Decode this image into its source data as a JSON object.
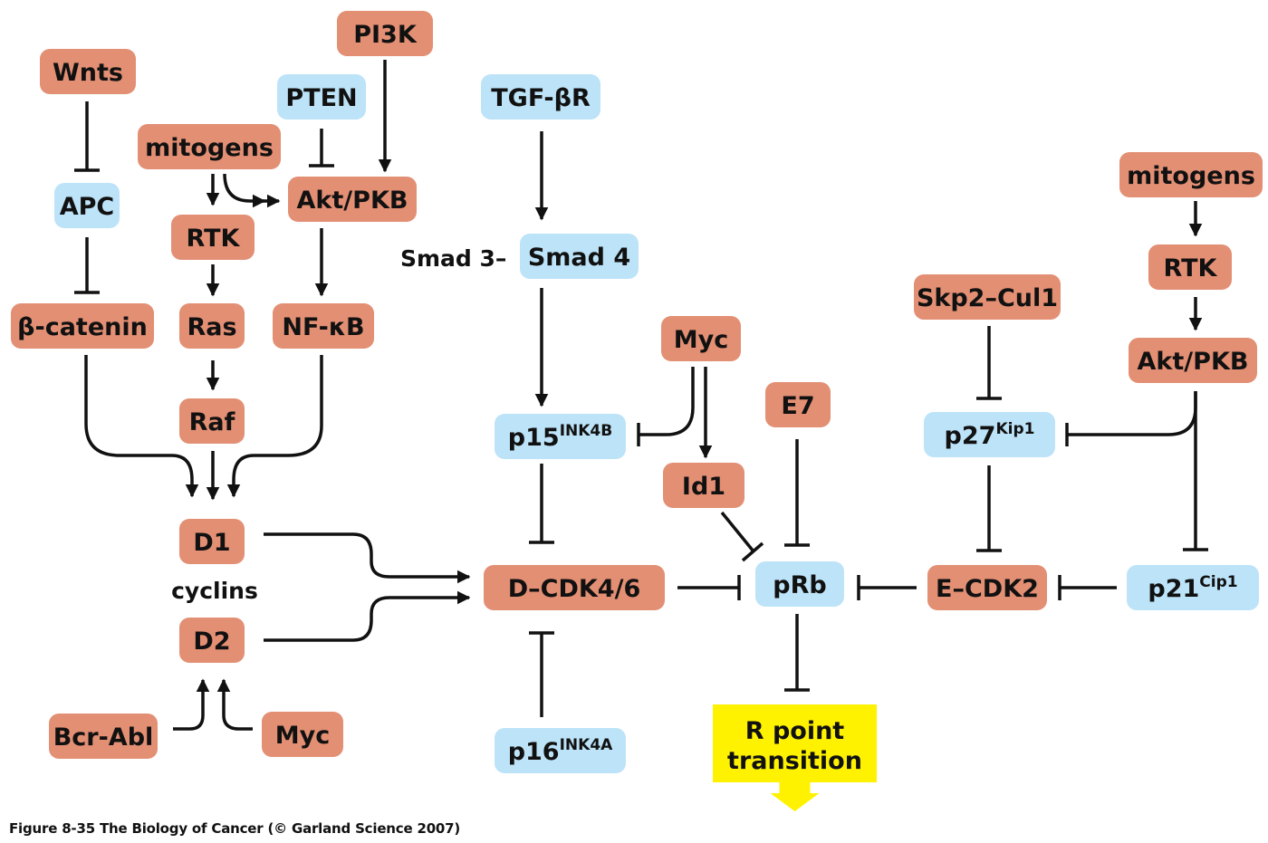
{
  "colors": {
    "oncogene": "#E38F74",
    "suppressor": "#BDE3F8",
    "outcome": "#FFF200",
    "line": "#111111"
  },
  "caption": "Figure 8-35  The Biology of Cancer (© Garland Science 2007)",
  "labels": {
    "smad3": "Smad 3–",
    "cyclins": "cyclins"
  },
  "nodes": [
    {
      "id": "pi3k",
      "label": "PI3K",
      "type": "oncogene"
    },
    {
      "id": "wnts",
      "label": "Wnts",
      "type": "oncogene"
    },
    {
      "id": "pten",
      "label": "PTEN",
      "type": "suppressor"
    },
    {
      "id": "tgfbr",
      "label": "TGF-βR",
      "type": "suppressor"
    },
    {
      "id": "mitogens1",
      "label": "mitogens",
      "type": "oncogene"
    },
    {
      "id": "apc",
      "label": "APC",
      "type": "suppressor"
    },
    {
      "id": "akt1",
      "label": "Akt/PKB",
      "type": "oncogene"
    },
    {
      "id": "rtk1",
      "label": "RTK",
      "type": "oncogene"
    },
    {
      "id": "smad4",
      "label": "Smad 4",
      "type": "suppressor"
    },
    {
      "id": "bcatenin",
      "label": "β-catenin",
      "type": "oncogene"
    },
    {
      "id": "ras",
      "label": "Ras",
      "type": "oncogene"
    },
    {
      "id": "nfkb",
      "label": "NF-κB",
      "type": "oncogene"
    },
    {
      "id": "raf",
      "label": "Raf",
      "type": "oncogene"
    },
    {
      "id": "myc1",
      "label": "Myc",
      "type": "oncogene"
    },
    {
      "id": "p15",
      "label": "p15",
      "sup": "INK4B",
      "type": "suppressor"
    },
    {
      "id": "e7",
      "label": "E7",
      "type": "oncogene"
    },
    {
      "id": "id1",
      "label": "Id1",
      "type": "oncogene"
    },
    {
      "id": "d1",
      "label": "D1",
      "type": "oncogene"
    },
    {
      "id": "d2",
      "label": "D2",
      "type": "oncogene"
    },
    {
      "id": "dcdk46",
      "label": "D–CDK4/6",
      "type": "oncogene"
    },
    {
      "id": "prb",
      "label": "pRb",
      "type": "suppressor"
    },
    {
      "id": "ecdk2",
      "label": "E–CDK2",
      "type": "oncogene"
    },
    {
      "id": "p21",
      "label": "p21",
      "sup": "Cip1",
      "type": "suppressor"
    },
    {
      "id": "mitogens2",
      "label": "mitogens",
      "type": "oncogene"
    },
    {
      "id": "rtk2",
      "label": "RTK",
      "type": "oncogene"
    },
    {
      "id": "skp2",
      "label": "Skp2–Cul1",
      "type": "oncogene"
    },
    {
      "id": "akt2",
      "label": "Akt/PKB",
      "type": "oncogene"
    },
    {
      "id": "p27",
      "label": "p27",
      "sup": "Kip1",
      "type": "suppressor"
    },
    {
      "id": "bcrabl",
      "label": "Bcr-Abl",
      "type": "oncogene"
    },
    {
      "id": "myc2",
      "label": "Myc",
      "type": "oncogene"
    },
    {
      "id": "p16",
      "label": "p16",
      "sup": "INK4A",
      "type": "suppressor"
    },
    {
      "id": "rpoint",
      "label": "R point",
      "label2": "transition",
      "type": "outcome"
    }
  ],
  "edges": [
    {
      "from": "wnts",
      "to": "apc",
      "kind": "inhibit"
    },
    {
      "from": "apc",
      "to": "bcatenin",
      "kind": "inhibit"
    },
    {
      "from": "pten",
      "to": "akt1",
      "kind": "inhibit"
    },
    {
      "from": "pi3k",
      "to": "akt1",
      "kind": "activate"
    },
    {
      "from": "mitogens1",
      "to": "rtk1",
      "kind": "activate"
    },
    {
      "from": "mitogens1",
      "to": "akt1",
      "kind": "activate"
    },
    {
      "from": "rtk1",
      "to": "ras",
      "kind": "activate"
    },
    {
      "from": "ras",
      "to": "raf",
      "kind": "activate"
    },
    {
      "from": "akt1",
      "to": "nfkb",
      "kind": "activate"
    },
    {
      "from": "bcatenin",
      "to": "d1",
      "kind": "activate"
    },
    {
      "from": "raf",
      "to": "d1",
      "kind": "activate"
    },
    {
      "from": "nfkb",
      "to": "d1",
      "kind": "activate"
    },
    {
      "from": "bcrabl",
      "to": "d2",
      "kind": "activate"
    },
    {
      "from": "myc2",
      "to": "d2",
      "kind": "activate"
    },
    {
      "from": "d1",
      "to": "dcdk46",
      "kind": "activate"
    },
    {
      "from": "d2",
      "to": "dcdk46",
      "kind": "activate"
    },
    {
      "from": "tgfbr",
      "to": "smad4",
      "kind": "activate"
    },
    {
      "from": "smad4",
      "to": "p15",
      "kind": "activate"
    },
    {
      "from": "p15",
      "to": "dcdk46",
      "kind": "inhibit"
    },
    {
      "from": "p16",
      "to": "dcdk46",
      "kind": "inhibit"
    },
    {
      "from": "myc1",
      "to": "p15",
      "kind": "inhibit"
    },
    {
      "from": "myc1",
      "to": "id1",
      "kind": "activate"
    },
    {
      "from": "id1",
      "to": "prb",
      "kind": "inhibit"
    },
    {
      "from": "e7",
      "to": "prb",
      "kind": "inhibit"
    },
    {
      "from": "dcdk46",
      "to": "prb",
      "kind": "inhibit"
    },
    {
      "from": "ecdk2",
      "to": "prb",
      "kind": "inhibit"
    },
    {
      "from": "prb",
      "to": "rpoint",
      "kind": "inhibit"
    },
    {
      "from": "skp2",
      "to": "p27",
      "kind": "inhibit"
    },
    {
      "from": "p27",
      "to": "ecdk2",
      "kind": "inhibit"
    },
    {
      "from": "p21",
      "to": "ecdk2",
      "kind": "inhibit"
    },
    {
      "from": "mitogens2",
      "to": "rtk2",
      "kind": "activate"
    },
    {
      "from": "rtk2",
      "to": "akt2",
      "kind": "activate"
    },
    {
      "from": "akt2",
      "to": "p27",
      "kind": "inhibit"
    },
    {
      "from": "akt2",
      "to": "p21",
      "kind": "inhibit"
    }
  ]
}
